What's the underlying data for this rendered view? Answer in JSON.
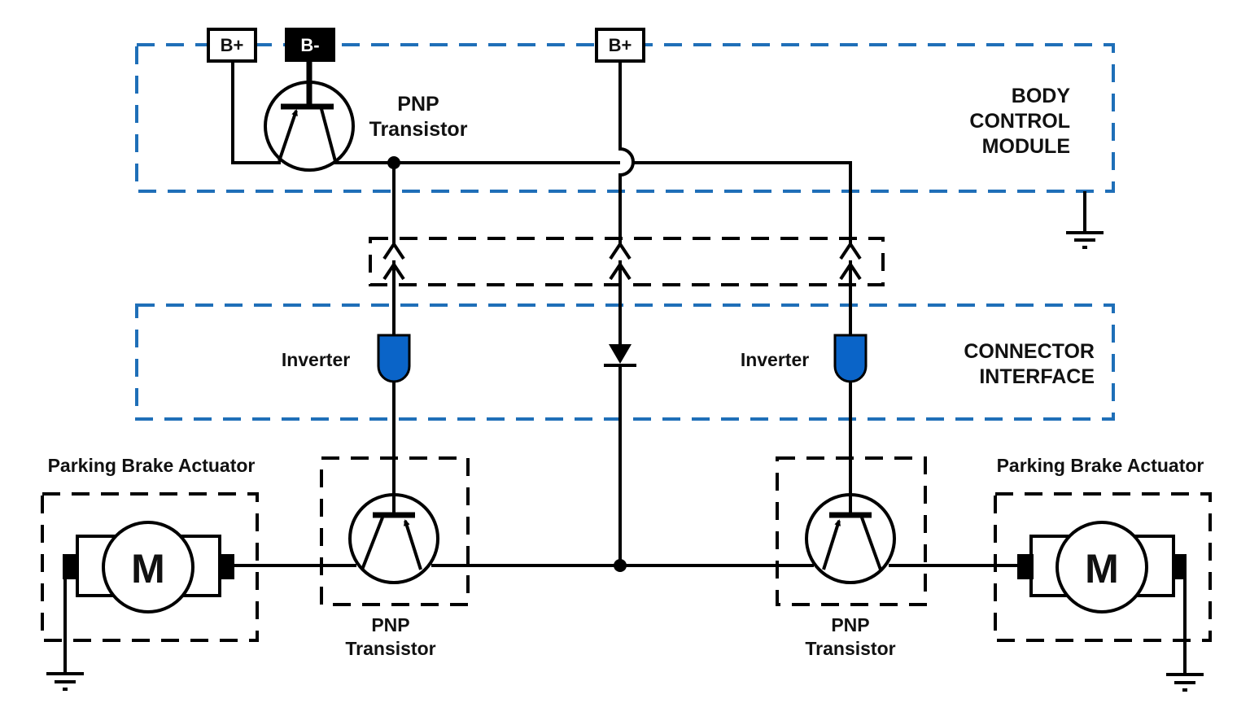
{
  "modules": {
    "bcm": {
      "line1": "BODY",
      "line2": "CONTROL",
      "line3": "MODULE"
    },
    "connector_interface": {
      "line1": "CONNECTOR",
      "line2": "INTERFACE"
    }
  },
  "terminals": {
    "b_plus_left": "B+",
    "b_minus": "B-",
    "b_plus_right": "B+"
  },
  "transistor_label": {
    "line1": "PNP",
    "line2": "Transistor"
  },
  "inverter_label": "Inverter",
  "actuator_label": "Parking Brake Actuator",
  "motor_label": "M",
  "colors": {
    "module_border": "#1f6fb8",
    "inverter_fill": "#0a64c8",
    "wire": "#000000"
  }
}
